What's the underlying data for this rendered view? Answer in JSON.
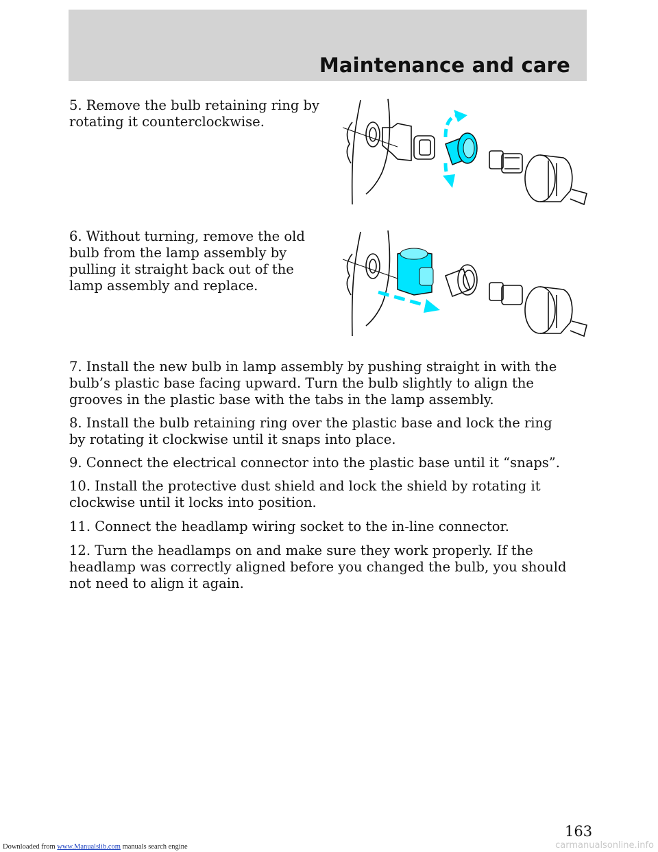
{
  "header": {
    "title": "Maintenance and care"
  },
  "steps": [
    "5. Remove the bulb retaining ring by\nrotating it counterclockwise.",
    "6. Without turning, remove the old\nbulb from the lamp assembly by\npulling it straight back out of the\nlamp assembly and replace.",
    "7. Install the new bulb in lamp assembly by pushing straight in with the\nbulb’s plastic base facing upward. Turn the bulb slightly to align the\ngrooves in the plastic base with the tabs in the lamp assembly.",
    "8. Install the bulb retaining ring over the plastic base and lock the ring\nby rotating it clockwise until it snaps into place.",
    "9. Connect the electrical connector into the plastic base until it “snaps”.",
    "10. Install the protective dust shield and lock the shield by rotating it\nclockwise until it locks into position.",
    "11. Connect the headlamp wiring socket to the in-line connector.",
    "12. Turn the headlamps on and make sure they work properly. If the\nheadlamp was correctly aligned before you changed the bulb, you should\nnot need to align it again."
  ],
  "page_number": "163",
  "footer": {
    "prefix": "Downloaded from ",
    "link_text": "www.Manualslib.com",
    "suffix": " manuals search engine"
  },
  "watermark": "carmanualsonline.info",
  "colors": {
    "highlight": "#00e5ff",
    "header_band": "#d3d3d3"
  }
}
